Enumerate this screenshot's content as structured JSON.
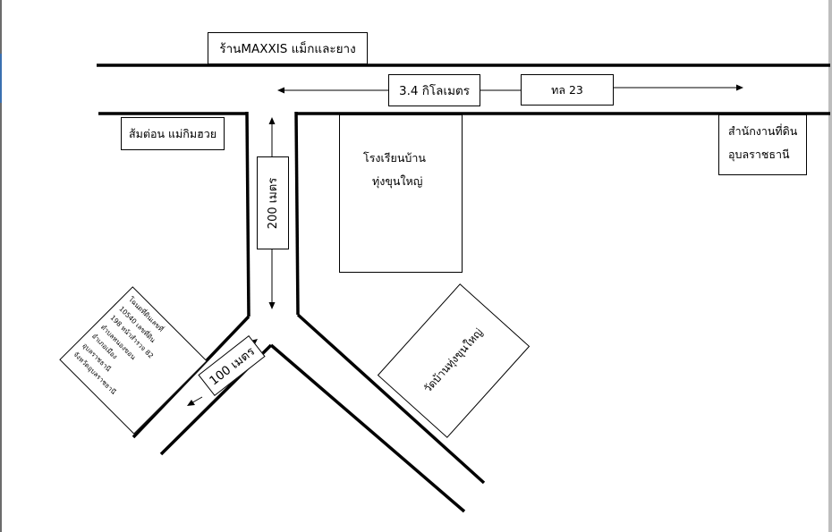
{
  "labels": {
    "maxxis_shop": "ร้านMAXXIS แม็กและยาง",
    "distance_main": "3.4 กิโลเมตร",
    "highway": "ทล 23",
    "somtam_shop": "ส้มต่อน แม่กิมฮวย",
    "land_office_line1": "สำนักงานที่ดิน",
    "land_office_line2": "อุบลราชธานี",
    "school_line1": "โรงเรียนบ้าน",
    "school_line2": "ทุ่งขุนใหญ่",
    "distance_200": "200 เมตร",
    "distance_100": "100 เมตร",
    "temple": "วัดบ้านทุ่งขุนใหญ่",
    "deed_lines": [
      "โฉนดที่ดินเลขที่",
      "10540 เลขที่ดิน",
      "198 หน้าสำรวจ 82",
      "ตำบลหนองขอน",
      "อำเภอเมือง",
      "อุบลราชธานี",
      "จังหวัดอุบลราชธานี"
    ]
  },
  "colors": {
    "line": "#000000",
    "background": "#ffffff"
  }
}
